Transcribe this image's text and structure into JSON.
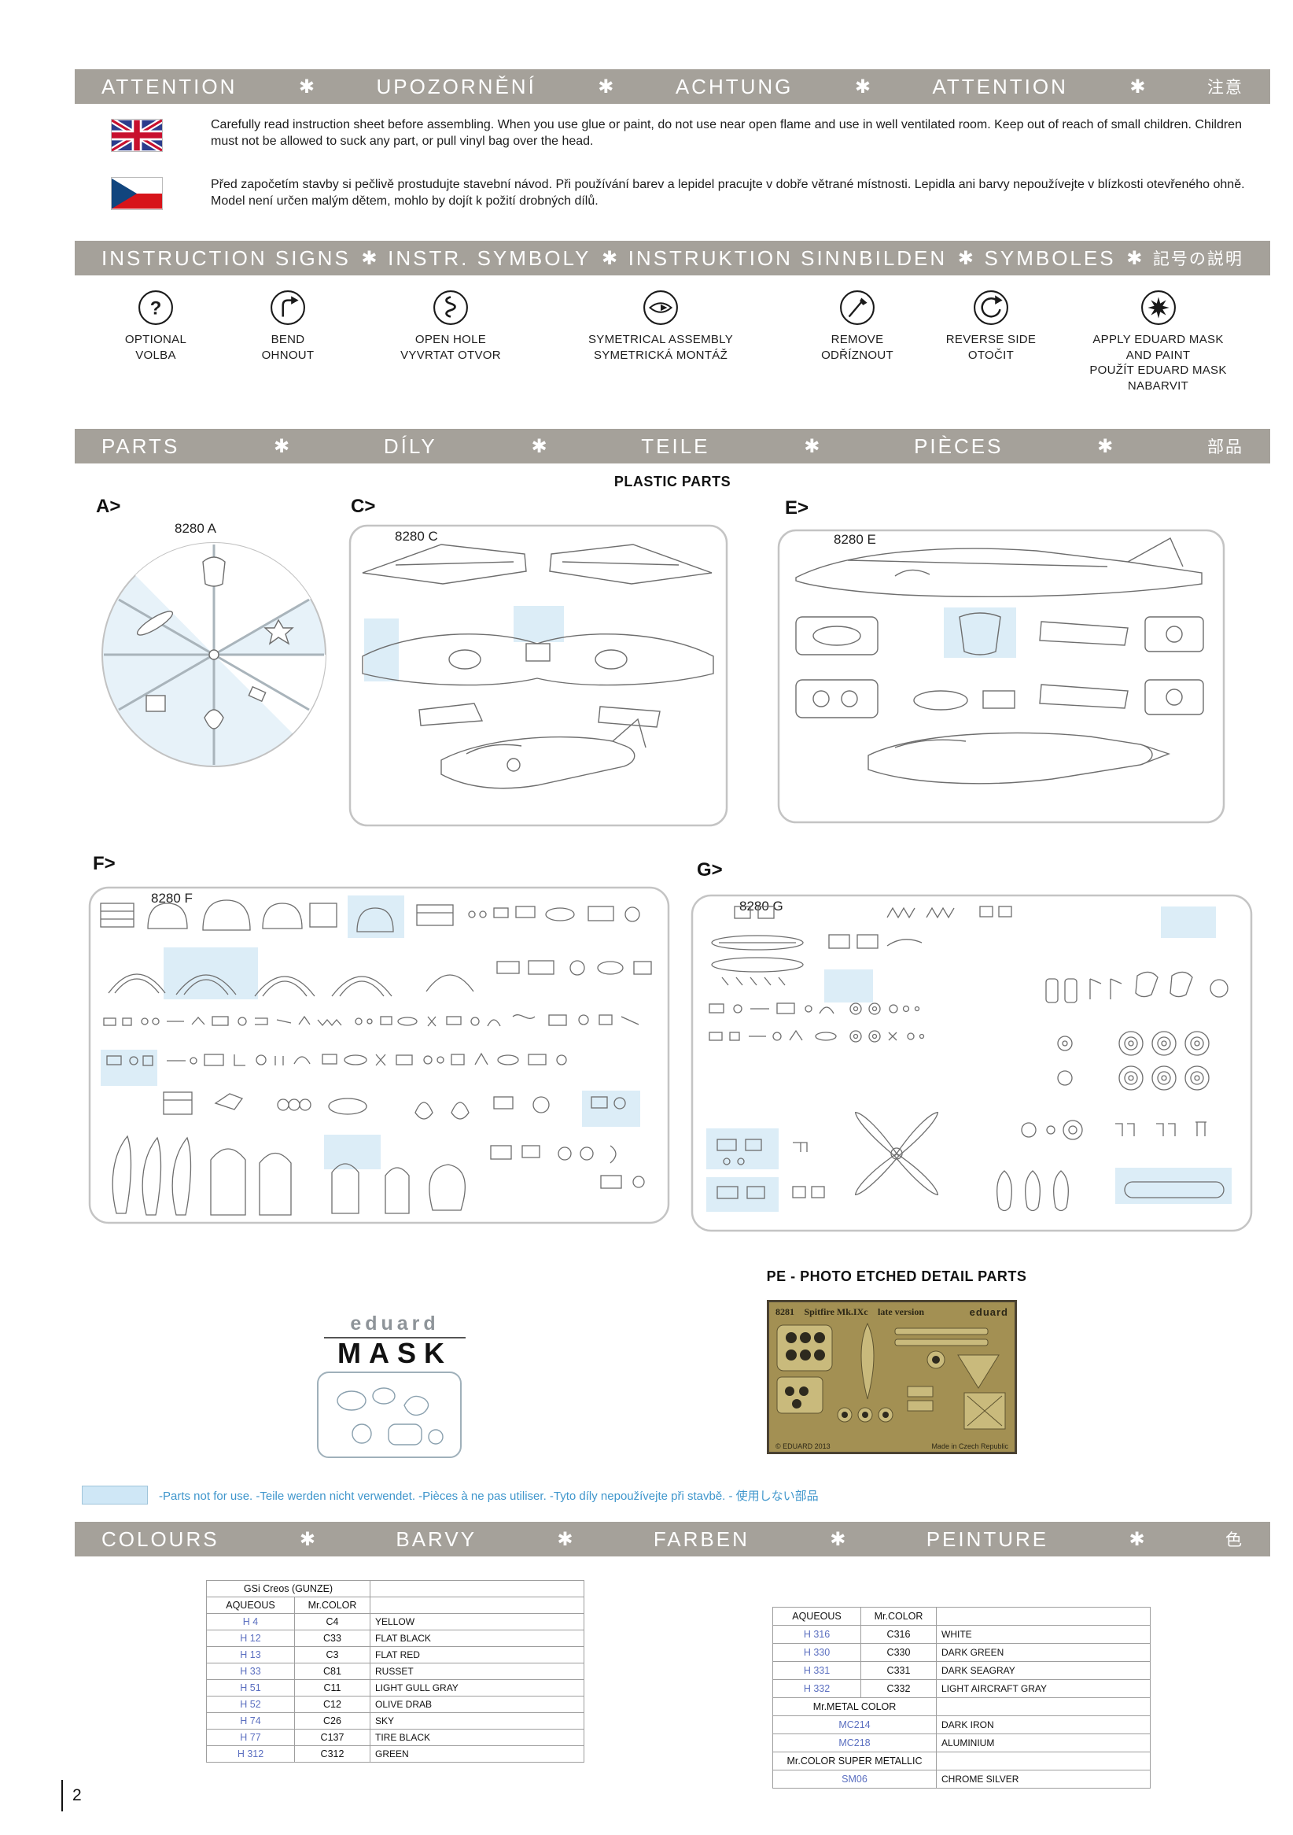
{
  "page": {
    "number": "2"
  },
  "separator": "✱",
  "colors": {
    "header_bar": "#a5a19a",
    "not_for_use_fill": "#cfe7f6",
    "code_text_blue": "#5b6fc0",
    "legend_text_blue": "#3f96cc",
    "pe_fret_gold": "#a39053"
  },
  "attention": {
    "header": [
      "ATTENTION",
      "UPOZORNĚNÍ",
      "ACHTUNG",
      "ATTENTION",
      "注意"
    ],
    "english": "Carefully read instruction sheet before assembling. When you use glue or paint, do not use near open flame and use in well ventilated room. Keep out of reach of small children. Children must not be allowed to suck any part, or pull vinyl bag over the head.",
    "czech": "Před započetím stavby si pečlivě prostudujte stavební návod. Při používání barev a lepidel pracujte v dobře větrané místnosti. Lepidla ani barvy nepoužívejte v blízkosti otevřeného ohně. Model není určen malým dětem, mohlo by dojít k požití drobných dílů."
  },
  "signs": {
    "header": [
      "INSTRUCTION SIGNS",
      "INSTR. SYMBOLY",
      "INSTRUKTION SINNBILDEN",
      "SYMBOLES",
      "記号の説明"
    ],
    "items": [
      {
        "icon": "question-icon",
        "lines": [
          "OPTIONAL",
          "VOLBA"
        ]
      },
      {
        "icon": "bend-icon",
        "lines": [
          "BEND",
          "OHNOUT"
        ]
      },
      {
        "icon": "open-hole-icon",
        "lines": [
          "OPEN HOLE",
          "VYVRTAT OTVOR"
        ]
      },
      {
        "icon": "symmetrical-icon",
        "lines": [
          "SYMETRICAL ASSEMBLY",
          "SYMETRICKÁ MONTÁŽ"
        ]
      },
      {
        "icon": "remove-icon",
        "lines": [
          "REMOVE",
          "ODŘÍZNOUT"
        ]
      },
      {
        "icon": "reverse-icon",
        "lines": [
          "REVERSE SIDE",
          "OTOČIT"
        ]
      },
      {
        "icon": "mask-star-icon",
        "lines": [
          "APPLY EDUARD MASK",
          "AND PAINT",
          "POUŽÍT EDUARD MASK",
          "NABARVIT"
        ]
      }
    ]
  },
  "parts": {
    "header": [
      "PARTS",
      "DÍLY",
      "TEILE",
      "PIÈCES",
      "部品"
    ],
    "plastic_title": "PLASTIC PARTS",
    "sprues": [
      {
        "letter": "A>",
        "code": "8280 A"
      },
      {
        "letter": "C>",
        "code": "8280 C"
      },
      {
        "letter": "E>",
        "code": "8280 E"
      },
      {
        "letter": "F>",
        "code": "8280 F"
      },
      {
        "letter": "G>",
        "code": "8280 G"
      }
    ],
    "pe_title": "PE - PHOTO ETCHED DETAIL PARTS",
    "pe_fret": {
      "code": "8281",
      "name": "Spitfire Mk.IXc",
      "version": "late version",
      "brand": "eduard",
      "copyright": "© EDUARD 2013",
      "made_in": "Made in Czech Republic"
    },
    "mask_logo": {
      "line1": "eduard",
      "line2": "MASK"
    },
    "not_for_use": "-Parts not for use. -Teile werden nicht verwendet. -Pièces à ne pas utiliser. -Tyto díly nepoužívejte při stavbě. -  使用しない部品"
  },
  "colours": {
    "header": [
      "COLOURS",
      "BARVY",
      "FARBEN",
      "PEINTURE",
      "色"
    ],
    "gunze_title": "GSi Creos (GUNZE)",
    "col_aqueous": "AQUEOUS",
    "col_mrcolor": "Mr.COLOR",
    "left_rows": [
      {
        "h": "H 4",
        "c": "C4",
        "name": "YELLOW"
      },
      {
        "h": "H 12",
        "c": "C33",
        "name": "FLAT BLACK"
      },
      {
        "h": "H 13",
        "c": "C3",
        "name": "FLAT RED"
      },
      {
        "h": "H 33",
        "c": "C81",
        "name": "RUSSET"
      },
      {
        "h": "H 51",
        "c": "C11",
        "name": "LIGHT GULL GRAY"
      },
      {
        "h": "H 52",
        "c": "C12",
        "name": "OLIVE DRAB"
      },
      {
        "h": "H 74",
        "c": "C26",
        "name": "SKY"
      },
      {
        "h": "H 77",
        "c": "C137",
        "name": "TIRE BLACK"
      },
      {
        "h": "H 312",
        "c": "C312",
        "name": "GREEN"
      }
    ],
    "right_rows": [
      {
        "h": "H 316",
        "c": "C316",
        "name": "WHITE"
      },
      {
        "h": "H 330",
        "c": "C330",
        "name": "DARK GREEN"
      },
      {
        "h": "H 331",
        "c": "C331",
        "name": "DARK SEAGRAY"
      },
      {
        "h": "H 332",
        "c": "C332",
        "name": "LIGHT AIRCRAFT GRAY"
      }
    ],
    "metal_title": "Mr.METAL COLOR",
    "metal_rows": [
      {
        "code": "MC214",
        "name": "DARK IRON"
      },
      {
        "code": "MC218",
        "name": "ALUMINIUM"
      }
    ],
    "super_title": "Mr.COLOR SUPER METALLIC",
    "super_rows": [
      {
        "code": "SM06",
        "name": "CHROME SILVER"
      }
    ]
  }
}
